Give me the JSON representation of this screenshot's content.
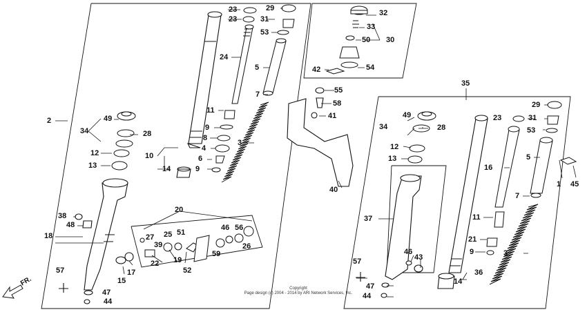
{
  "direction_label": "FR.",
  "copyright": {
    "line1": "Copyright",
    "line2": "Page design (c) 2004 - 2014 by ARI Network Services, Inc."
  },
  "callouts": [
    "1",
    "2",
    "3",
    "3",
    "4",
    "5",
    "5",
    "6",
    "7",
    "7",
    "8",
    "9",
    "9",
    "9",
    "10",
    "11",
    "11",
    "12",
    "12",
    "13",
    "13",
    "14",
    "14",
    "15",
    "16",
    "17",
    "18",
    "19",
    "20",
    "21",
    "22",
    "23",
    "23",
    "23",
    "24",
    "25",
    "26",
    "27",
    "28",
    "28",
    "29",
    "29",
    "30",
    "31",
    "31",
    "32",
    "33",
    "34",
    "34",
    "35",
    "36",
    "37",
    "38",
    "39",
    "40",
    "41",
    "42",
    "43",
    "44",
    "44",
    "45",
    "46",
    "46",
    "47",
    "47",
    "48",
    "49",
    "49",
    "50",
    "51",
    "52",
    "53",
    "53",
    "54",
    "55",
    "56",
    "57",
    "57",
    "58",
    "59"
  ]
}
